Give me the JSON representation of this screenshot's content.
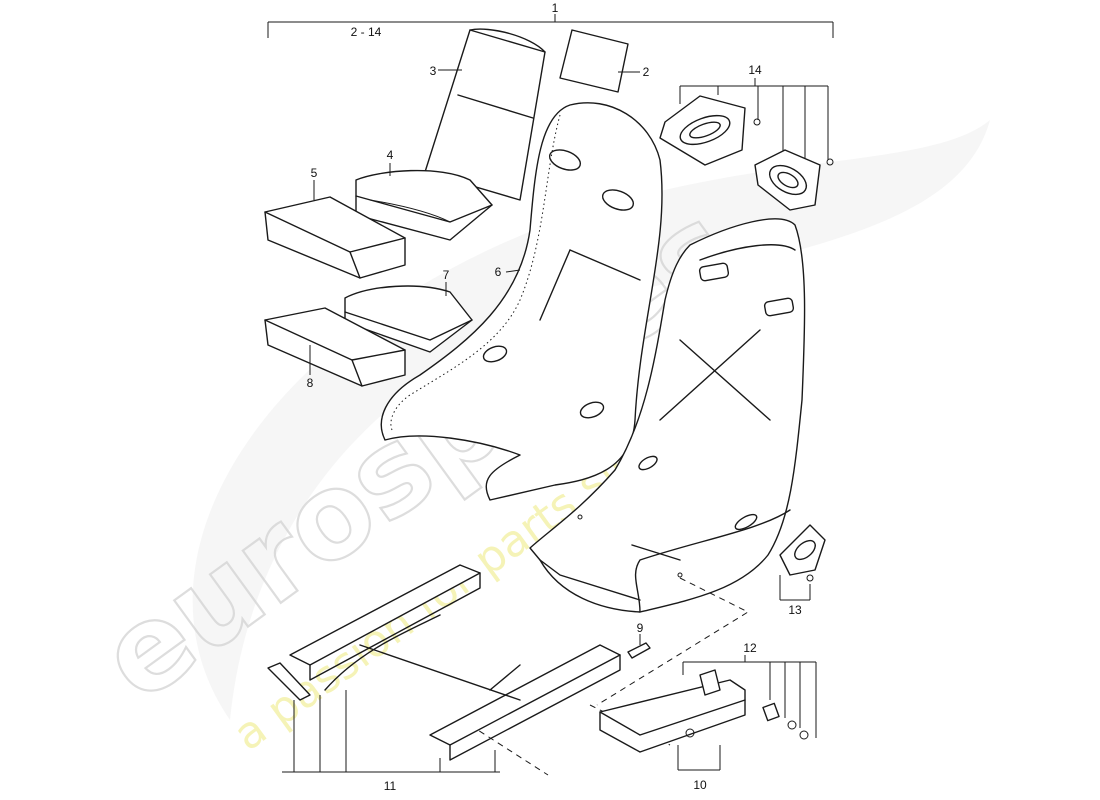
{
  "watermark": {
    "brand": "eurospares",
    "tagline": "a passion for parts since 1985"
  },
  "labels": {
    "p1": "1",
    "p2_14": "2 - 14",
    "p2": "2",
    "p3": "3",
    "p4": "4",
    "p5": "5",
    "p6": "6",
    "p7": "7",
    "p8": "8",
    "p9": "9",
    "p10": "10",
    "p11": "11",
    "p12": "12",
    "p13": "13",
    "p14": "14"
  },
  "colors": {
    "line": "#1a1a1a",
    "watermark_outline": "#d2d2d2",
    "watermark_text": "#f1ef9a"
  }
}
